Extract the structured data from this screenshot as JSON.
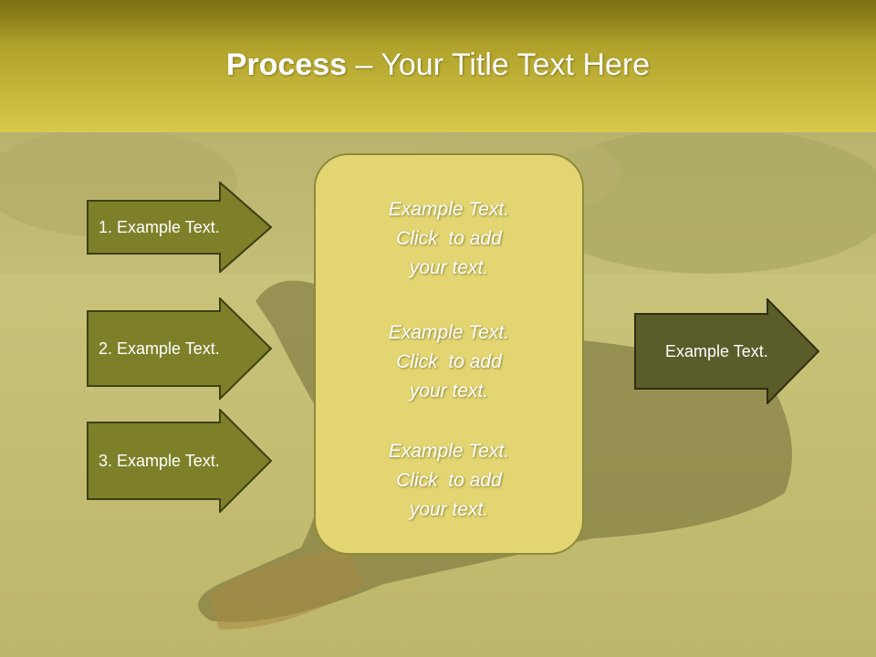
{
  "title": {
    "bold": "Process",
    "dash": " – ",
    "rest": "Your Title Text Here"
  },
  "left_arrows": [
    {
      "label": "1. Example Text."
    },
    {
      "label": "2. Example Text."
    },
    {
      "label": "3. Example Text."
    }
  ],
  "center_box": {
    "blocks": [
      {
        "line1": "Example Text.",
        "line2": "Click  to add",
        "line3": "your text."
      },
      {
        "line1": "Example Text.",
        "line2": "Click  to add",
        "line3": "your text."
      },
      {
        "line1": "Example Text.",
        "line2": "Click  to add",
        "line3": "your text."
      }
    ]
  },
  "right_arrow": {
    "label": "Example Text."
  },
  "colors": {
    "title_band": "#b0a22a",
    "left_arrow_fill": "#7d8029",
    "right_arrow_fill": "#5a5c2a",
    "center_box_fill": "#e2d572"
  },
  "background": {
    "description_icon": "dog-on-lawn-photo"
  }
}
